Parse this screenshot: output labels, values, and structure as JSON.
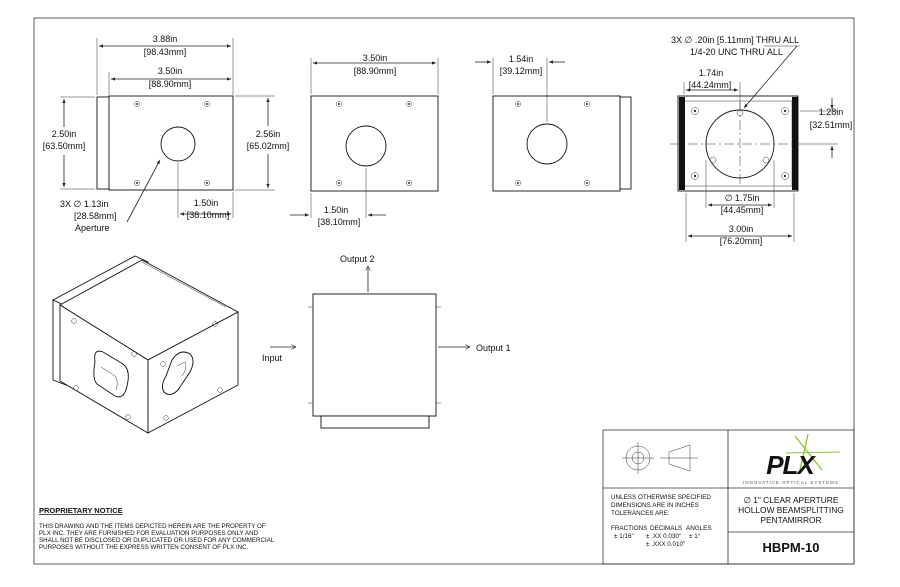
{
  "front_view": {
    "overall_width": "3.88in",
    "overall_width_mm": "[98.43mm]",
    "body_width": "3.50in",
    "body_width_mm": "[88.90mm]",
    "height": "2.50in",
    "height_mm": "[63.50mm]",
    "overall_height": "2.56in",
    "overall_height_mm": "[65.02mm]",
    "aperture_callout": "3X  ∅ 1.13in",
    "aperture_callout_mm": "[28.58mm]",
    "aperture_label": "Aperture",
    "aperture_offset": "1.50in",
    "aperture_offset_mm": "[38.10mm]"
  },
  "second_view": {
    "width": "3.50in",
    "width_mm": "[88.90mm]",
    "offset": "1.50in",
    "offset_mm": "[38.10mm]"
  },
  "side_view": {
    "width": "1.54in",
    "width_mm": "[39.12mm]"
  },
  "end_view": {
    "hole_callout": "3X  ∅  .20in [5.11mm]  THRU ALL",
    "thread_callout": "1/4-20 UNC  THRU ALL",
    "offset": "1.74in",
    "offset_mm": "[44.24mm]",
    "vertical": "1.28in",
    "vertical_mm": "[32.51mm]",
    "bore": "∅ 1.75in",
    "bore_mm": "[44.45mm]",
    "width": "3.00in",
    "width_mm": "[76.20mm]"
  },
  "beam_diagram": {
    "input": "Input",
    "output1": "Output 1",
    "output2": "Output 2"
  },
  "notice": {
    "title": "PROPRIETARY NOTICE",
    "lines": [
      "THIS DRAWING AND THE ITEMS DEPICTED HEREIN ARE THE PROPERTY OF",
      "PLX INC. THEY ARE FURNISHED FOR EVALUATION PURPOSES ONLY AND",
      "SHALL NOT BE DISCLOSED OR DUPLICATED OR USED FOR ANY COMMERCIAL",
      "PURPOSES WITHOUT THE EXPRESS WRITTEN CONSENT OF PLX INC."
    ]
  },
  "title_block": {
    "spec_lines": [
      "UNLESS OTHERWISE SPECIFIED",
      "DIMENSIONS ARE IN INCHES",
      "TOLERANCES ARE:"
    ],
    "tol_fractions_label": "FRACTIONS",
    "tol_fractions_value": "± 1/16\"",
    "tol_decimals_label": "DECIMALS",
    "tol_decimals_xx": "± .XX   0.030\"",
    "tol_decimals_xxx": "± .XXX 0.010\"",
    "tol_angles_label": "ANGLES",
    "tol_angles_value": "± 1°",
    "logo_text": "PLX",
    "logo_tagline": "INNOVATIVE OPTICAL SYSTEMS",
    "title_lines": [
      "∅ 1\" CLEAR APERTURE",
      "HOLLOW BEAMSPLITTING",
      "PENTAMIRROR"
    ],
    "part_number": "HBPM-10",
    "logo_color": "#8cc63f"
  }
}
